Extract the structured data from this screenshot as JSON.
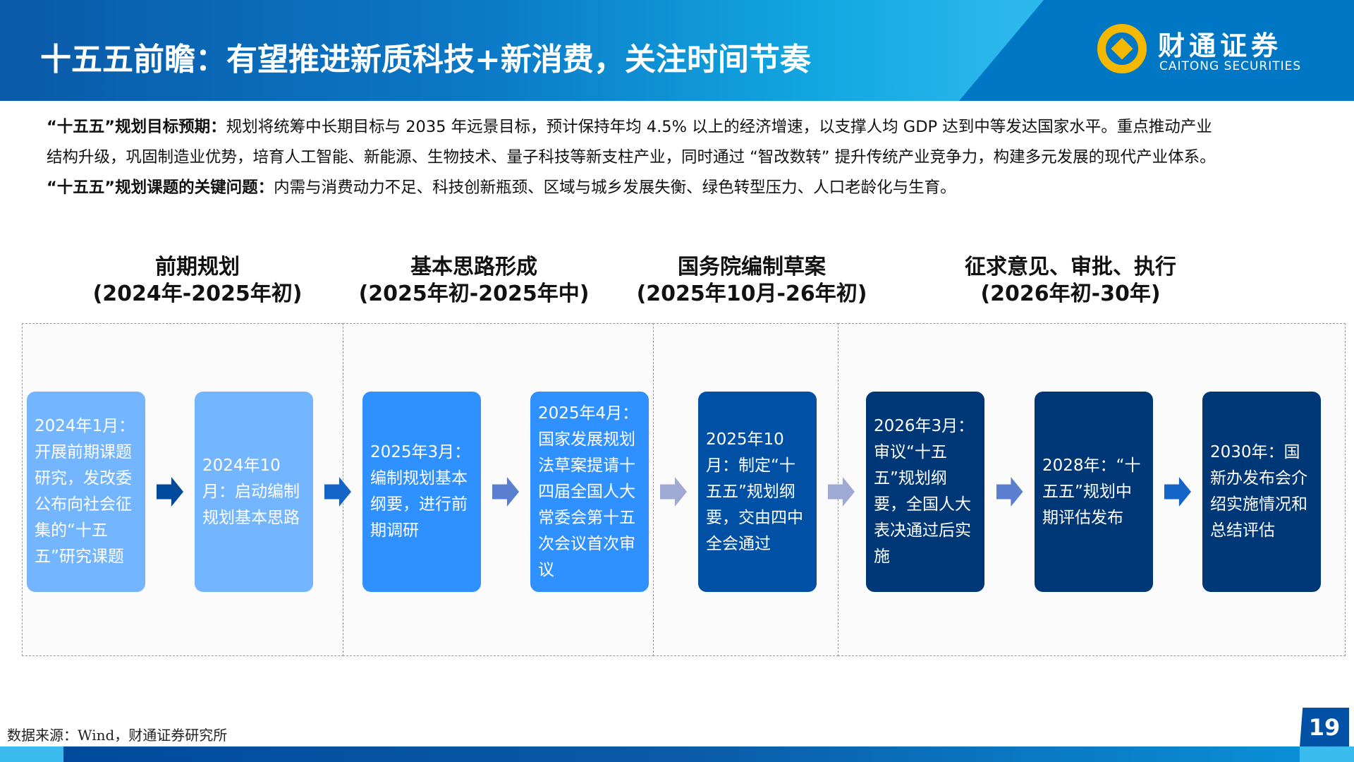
{
  "header": {
    "title": "十五五前瞻：有望推进新质科技+新消费，关注时间节奏",
    "logo_cn": "财通证券",
    "logo_en": "CAITONG SECURITIES"
  },
  "intro": {
    "line1_bold": "“十五五”规划目标预期：",
    "line1": "规划将统筹中长期目标与 2035 年远景目标，预计保持年均 4.5% 以上的经济增速，以支撑人均 GDP 达到中等发达国家水平。重点推动产业",
    "line2": "结构升级，巩固制造业优势，培育人工智能、新能源、生物技术、量子科技等新支柱产业，同时通过 “智改数转” 提升传统产业竞争力，构建多元发展的现代产业体系。",
    "line3_bold": "“十五五”规划课题的关键问题：",
    "line3": "内需与消费动力不足、科技创新瓶颈、区域与城乡发展失衡、绿色转型压力、人口老龄化与生育。"
  },
  "phases": [
    {
      "name": "前期规划",
      "period": "(2024年-2025年初)"
    },
    {
      "name": "基本思路形成",
      "period": "(2025年初-2025年中)"
    },
    {
      "name": "国务院编制草案",
      "period": "(2025年10月-26年初)"
    },
    {
      "name": "征求意见、审批、执行",
      "period": "(2026年初-30年)"
    }
  ],
  "steps": [
    {
      "text": "2024年1月：开展前期课题研究，发改委公布向社会征集的“十五五”研究课题",
      "color": "#74b5ff"
    },
    {
      "text": "2024年10月：启动编制规划基本思路",
      "color": "#74b5ff"
    },
    {
      "text": "2025年3月：编制规划基本纲要，进行前期调研",
      "color": "#2f91ff"
    },
    {
      "text": "2025年4月：国家发展规划法草案提请十四届全国人大常委会第十五次会议首次审议",
      "color": "#2f91ff"
    },
    {
      "text": "2025年10月：制定“十五五”规划纲要，交由四中全会通过",
      "color": "#0050a6"
    },
    {
      "text": "2026年3月：审议“十五五”规划纲要，全国人大表决通过后实施",
      "color": "#003777"
    },
    {
      "text": "2028年：“十五五”规划中期评估发布",
      "color": "#003777"
    },
    {
      "text": "2030年：国新办发布会介绍实施情况和总结评估",
      "color": "#003777"
    }
  ],
  "arrow_colors": [
    "#004a9e",
    "#1565c8",
    "#5a7fd0",
    "#9eaad3",
    "#9eaad3",
    "#5a7fd0",
    "#1565c8"
  ],
  "footer": {
    "source": "数据来源：Wind，财通证券研究所",
    "page": "19"
  }
}
